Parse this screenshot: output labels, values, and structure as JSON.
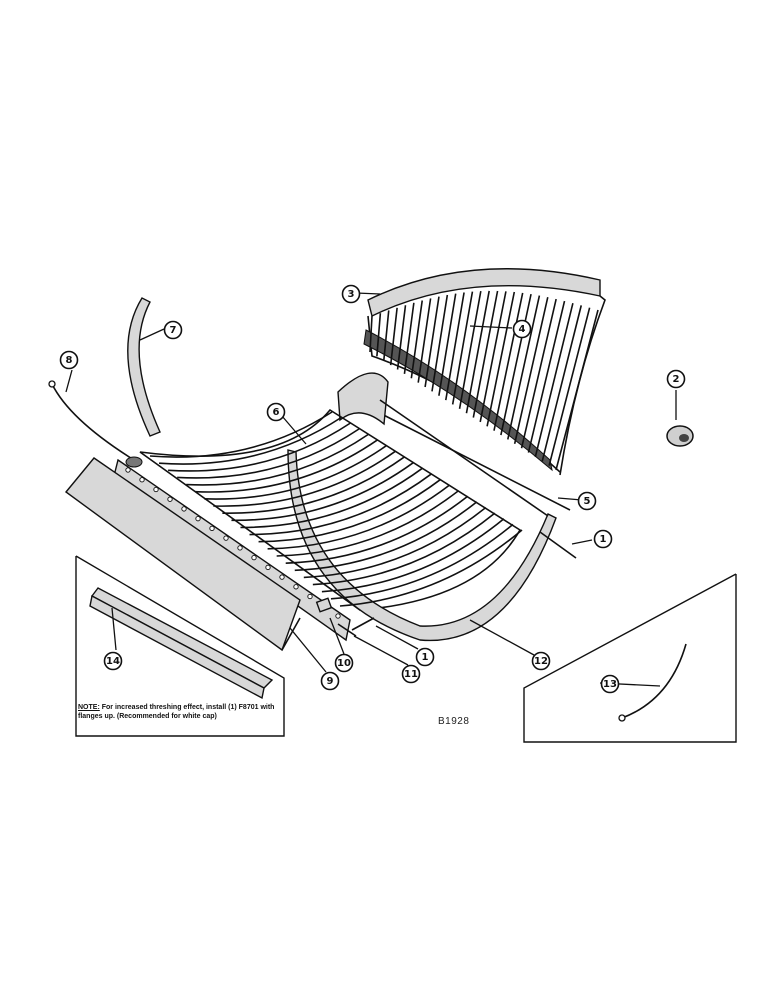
{
  "diagram": {
    "drawing_id": "B1928",
    "note_label": "NOTE:",
    "note_text": "For increased threshing effect, install (1) F8701 with flanges up. (Recommended for white cap)",
    "callouts": [
      {
        "key": "c1a",
        "label": "1"
      },
      {
        "key": "c1b",
        "label": "1"
      },
      {
        "key": "c2",
        "label": "2"
      },
      {
        "key": "c3",
        "label": "3"
      },
      {
        "key": "c4",
        "label": "4"
      },
      {
        "key": "c5",
        "label": "5"
      },
      {
        "key": "c6",
        "label": "6"
      },
      {
        "key": "c7",
        "label": "7"
      },
      {
        "key": "c8",
        "label": "8"
      },
      {
        "key": "c9",
        "label": "9"
      },
      {
        "key": "c10",
        "label": "10"
      },
      {
        "key": "c11",
        "label": "11"
      },
      {
        "key": "c12",
        "label": "12"
      },
      {
        "key": "c13",
        "label": "13"
      },
      {
        "key": "c14",
        "label": "14"
      }
    ]
  }
}
